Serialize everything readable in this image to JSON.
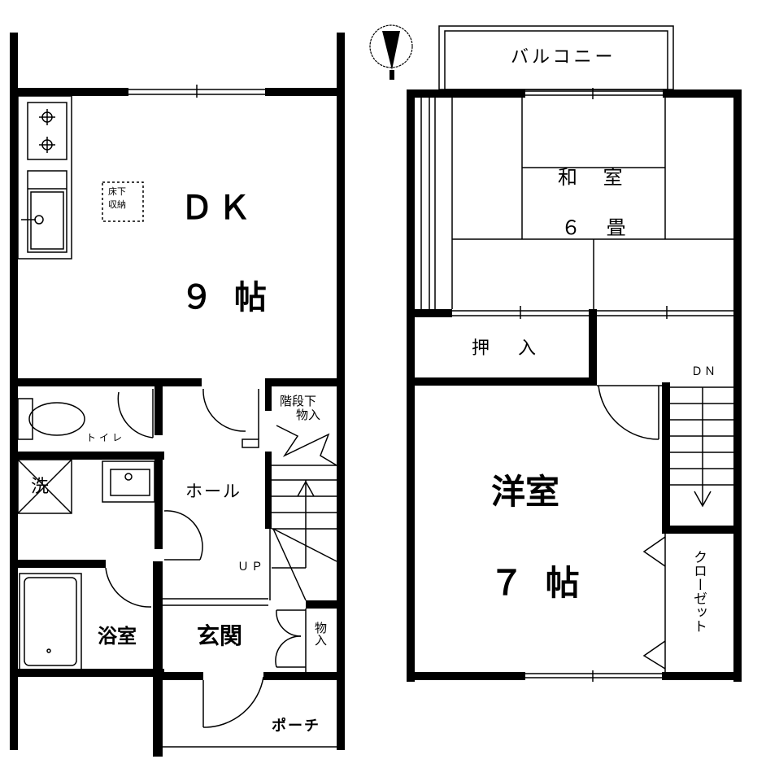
{
  "floor_plan": {
    "first_floor": {
      "rooms": {
        "dk": {
          "name": "ＤＫ",
          "size": "９ 帖"
        },
        "underfloor_storage": {
          "line1": "床下",
          "line2": "収納"
        },
        "toilet": {
          "name": "トイレ"
        },
        "washer": {
          "name": "洗"
        },
        "hall": {
          "name": "ホール"
        },
        "stair_storage": {
          "line1": "階段下",
          "line2": "物入"
        },
        "stairs_up": {
          "label": "ＵＰ"
        },
        "bathroom": {
          "name": "浴室"
        },
        "entrance": {
          "name": "玄関"
        },
        "entrance_storage": {
          "name": "物入"
        },
        "porch": {
          "name": "ポーチ"
        }
      }
    },
    "second_floor": {
      "rooms": {
        "balcony": {
          "name": "バルコニー"
        },
        "japanese_room": {
          "name": "和 室",
          "size": "６ 畳"
        },
        "oshiire": {
          "name": "押 入"
        },
        "stairs_down": {
          "label": "ＤＮ"
        },
        "western_room": {
          "name": "洋室",
          "size": "７ 帖"
        },
        "closet": {
          "name": "クローゼット"
        }
      }
    },
    "compass": {
      "direction": "north-arrow"
    },
    "colors": {
      "wall": "#000000",
      "background": "#ffffff"
    }
  }
}
